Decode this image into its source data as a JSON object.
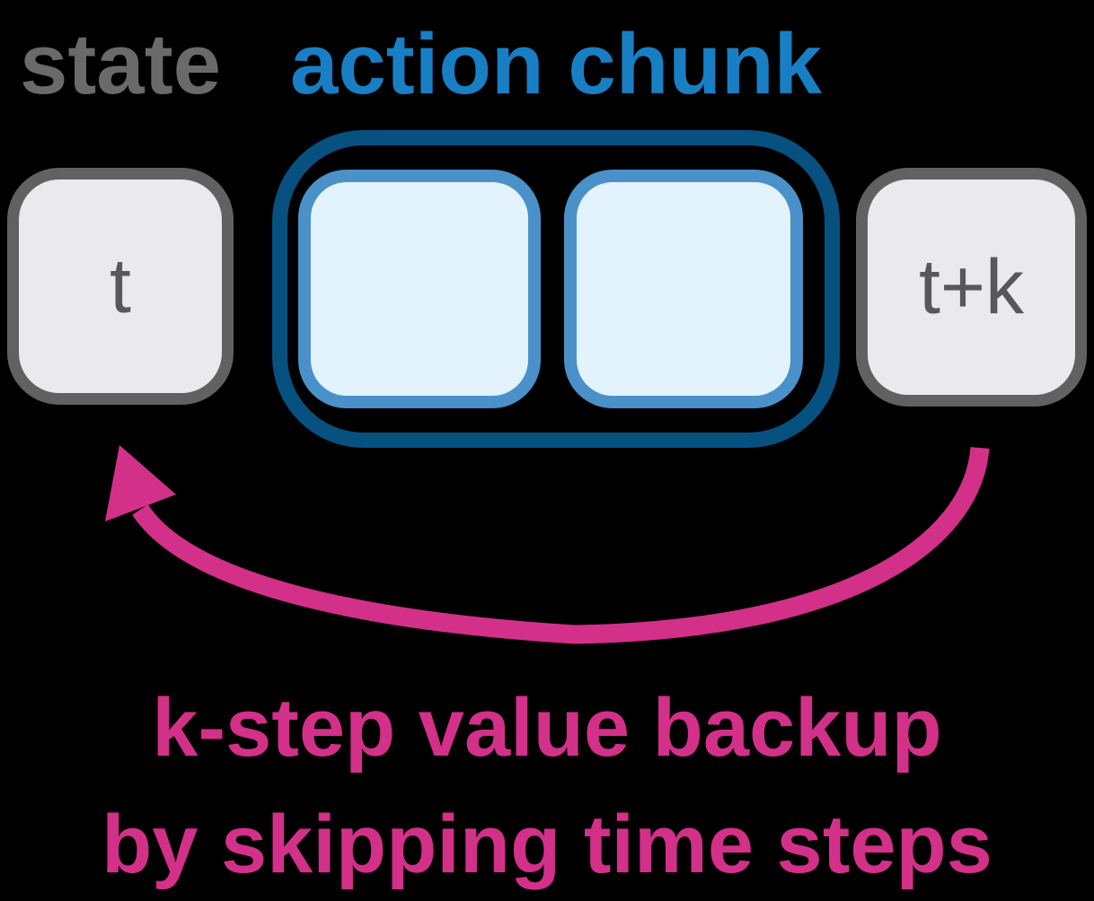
{
  "header": {
    "state_label": "state",
    "action_chunk_label": "action chunk"
  },
  "nodes": {
    "left_label": "t",
    "right_label": "t+k"
  },
  "action_chunk": {
    "cell_count": 2
  },
  "arrow": {
    "color": "#d3308a"
  },
  "caption": {
    "line1": "k-step value backup",
    "line2": "by skipping time steps"
  },
  "colors": {
    "background": "#000000",
    "state_text": "#6a6a6a",
    "action_text": "#187fc4",
    "chunk_outline": "#075181",
    "cell_border": "#4a91c9",
    "cell_fill": "#e2f3fd",
    "node_fill": "#eaeaec",
    "node_border": "#616161",
    "node_text": "#58585a",
    "pink": "#d3308a"
  }
}
